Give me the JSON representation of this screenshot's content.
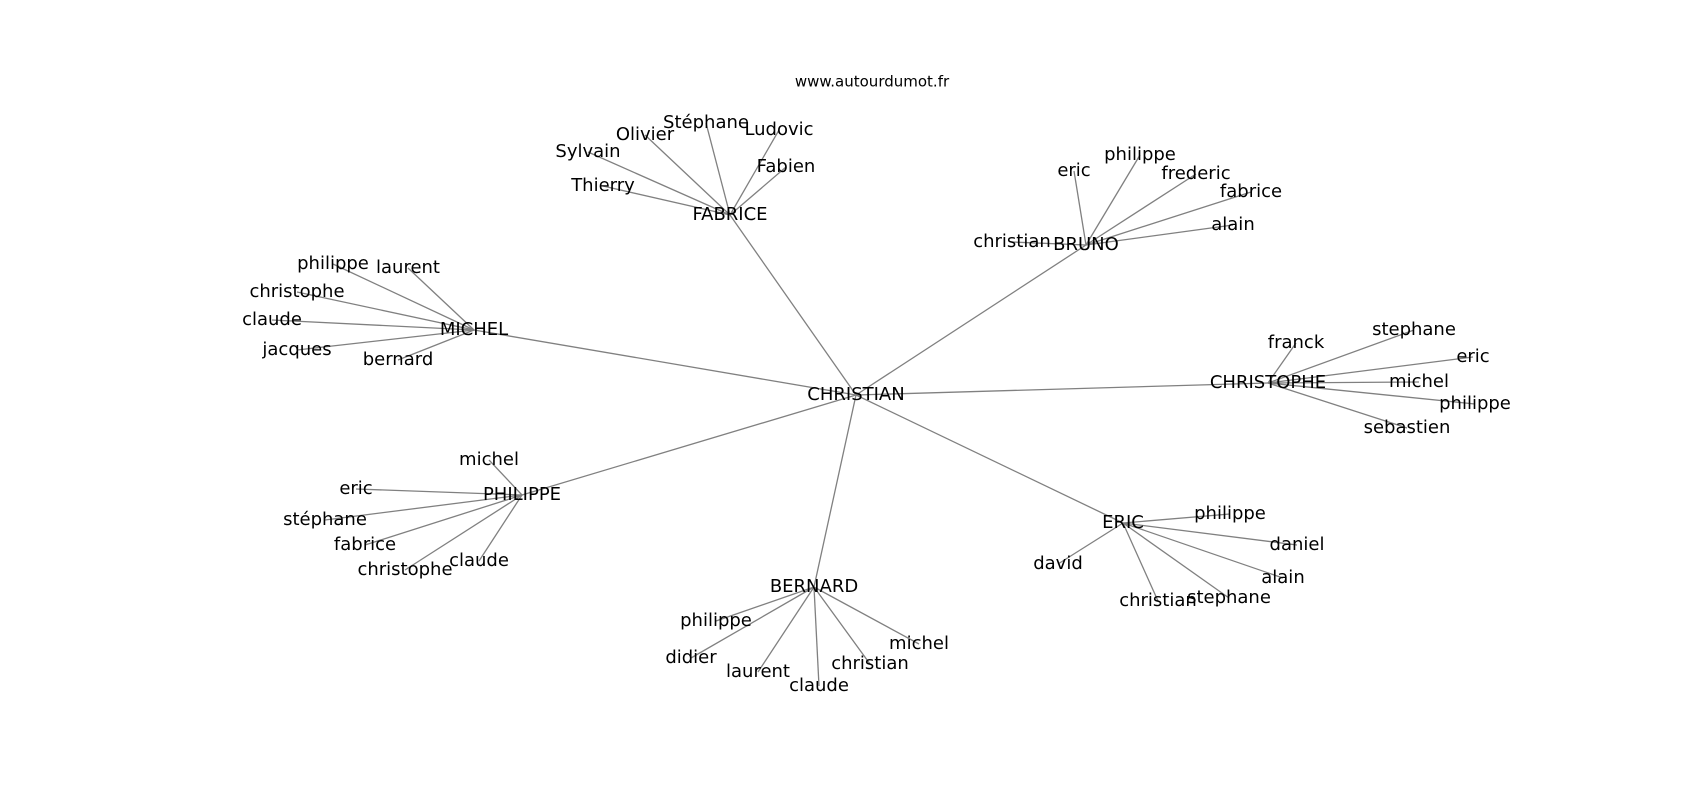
{
  "watermark": "www.autourdumot.fr",
  "graph": {
    "root": "CHRISTIAN",
    "hubs": [
      {
        "label": "FABRICE",
        "leaves": [
          "Stéphane",
          "Ludovic",
          "Olivier",
          "Sylvain",
          "Fabien",
          "Thierry"
        ]
      },
      {
        "label": "BRUNO",
        "leaves": [
          "philippe",
          "eric",
          "frederic",
          "fabrice",
          "alain",
          "christian"
        ]
      },
      {
        "label": "MICHEL",
        "leaves": [
          "philippe",
          "laurent",
          "christophe",
          "claude",
          "jacques",
          "bernard"
        ]
      },
      {
        "label": "CHRISTOPHE",
        "leaves": [
          "franck",
          "stephane",
          "eric",
          "michel",
          "philippe",
          "sebastien"
        ]
      },
      {
        "label": "PHILIPPE",
        "leaves": [
          "michel",
          "eric",
          "stéphane",
          "fabrice",
          "christophe",
          "claude"
        ]
      },
      {
        "label": "ERIC",
        "leaves": [
          "philippe",
          "daniel",
          "david",
          "alain",
          "christian",
          "stephane"
        ]
      },
      {
        "label": "BERNARD",
        "leaves": [
          "philippe",
          "didier",
          "laurent",
          "claude",
          "christian",
          "michel"
        ]
      }
    ]
  }
}
